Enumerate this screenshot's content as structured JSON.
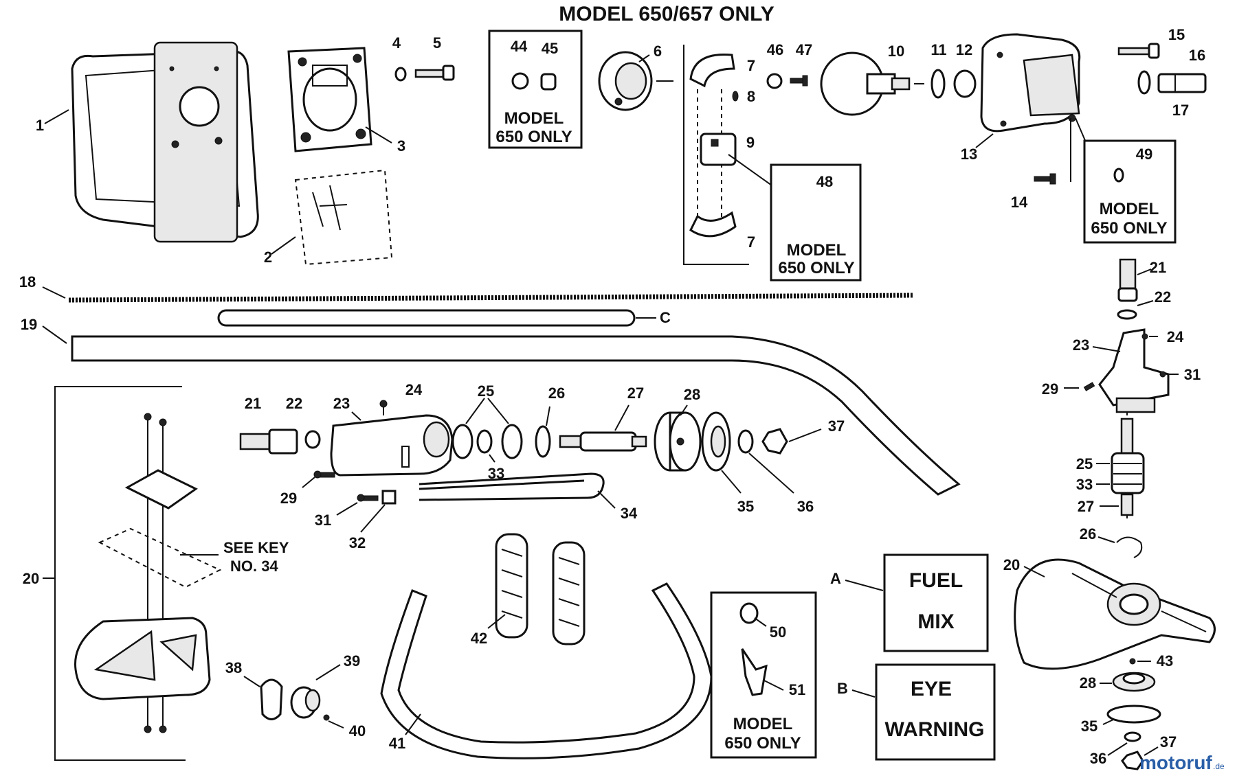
{
  "heading": "MODEL 650/657 ONLY",
  "box_model_650_top": {
    "nums": [
      "44",
      "45"
    ],
    "text1": "MODEL",
    "text2": "650 ONLY"
  },
  "box_model_650_48": {
    "num": "48",
    "text1": "MODEL",
    "text2": "650 ONLY"
  },
  "box_model_650_49": {
    "num": "49",
    "text1": "MODEL",
    "text2": "650 ONLY"
  },
  "box_model_650_bottom": {
    "nums": [
      "50",
      "51"
    ],
    "text1": "MODEL",
    "text2": "650 ONLY"
  },
  "decal_a": {
    "key": "A",
    "text1": "FUEL",
    "text2": "MIX"
  },
  "decal_b": {
    "key": "B",
    "text1": "EYE",
    "text2": "WARNING"
  },
  "see_key": {
    "line1": "SEE  KEY",
    "line2": "NO.  34"
  },
  "label_c": "C",
  "watermark": {
    "main": "motoruf",
    "suffix": ".de"
  },
  "callouts": {
    "n1": "1",
    "n2": "2",
    "n3": "3",
    "n4": "4",
    "n5": "5",
    "n6": "6",
    "n7a": "7",
    "n7b": "7",
    "n8": "8",
    "n9": "9",
    "n10": "10",
    "n11": "11",
    "n12": "12",
    "n13": "13",
    "n14": "14",
    "n15": "15",
    "n16": "16",
    "n17": "17",
    "n18": "18",
    "n19": "19",
    "n20a": "20",
    "n20b": "20",
    "n21a": "21",
    "n21b": "21",
    "n22a": "22",
    "n22b": "22",
    "n23a": "23",
    "n23b": "23",
    "n24a": "24",
    "n24b": "24",
    "n25a": "25",
    "n25b": "25",
    "n26a": "26",
    "n26b": "26",
    "n27a": "27",
    "n27b": "27",
    "n28a": "28",
    "n28b": "28",
    "n29a": "29",
    "n29b": "29",
    "n31a": "31",
    "n31b": "31",
    "n32": "32",
    "n33a": "33",
    "n33b": "33",
    "n34": "34",
    "n35a": "35",
    "n35b": "35",
    "n36a": "36",
    "n36b": "36",
    "n37a": "37",
    "n37b": "37",
    "n38": "38",
    "n39": "39",
    "n40": "40",
    "n41": "41",
    "n42": "42",
    "n43": "43",
    "n46": "46",
    "n47": "47"
  },
  "colors": {
    "ink": "#111111",
    "watermark": "#2a5fa8"
  }
}
